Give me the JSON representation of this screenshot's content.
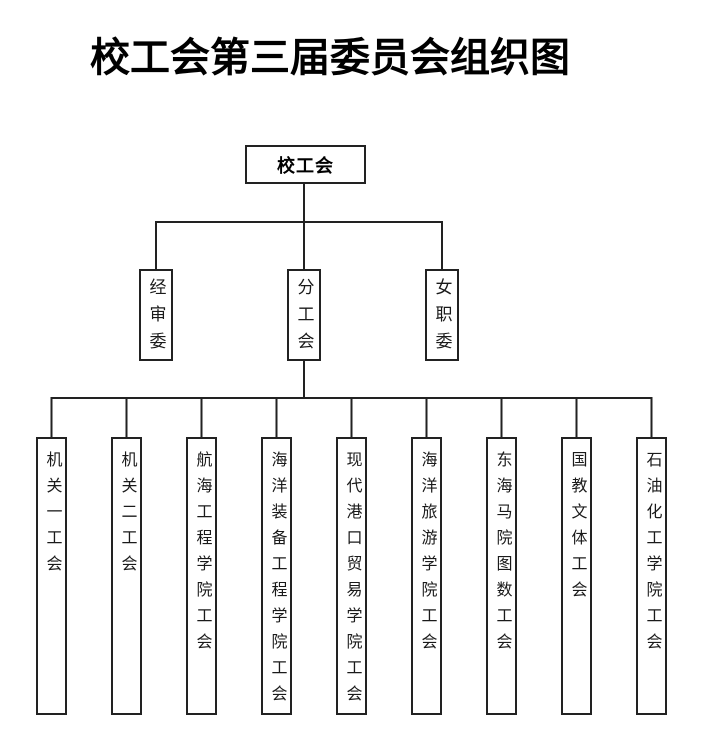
{
  "page": {
    "title": "校工会第三届委员会组织图",
    "background_color": "#ffffff",
    "line_color": "#222222"
  },
  "org": {
    "root": {
      "label": "校工会"
    },
    "level2": [
      {
        "label": "经审委"
      },
      {
        "label": "分工会"
      },
      {
        "label": "女职委"
      }
    ],
    "level3": [
      {
        "label": "机关一工会"
      },
      {
        "label": "机关二工会"
      },
      {
        "label": "航海工程学院工会"
      },
      {
        "label": "海洋装备工程学院工会"
      },
      {
        "label": "现代港口贸易学院工会"
      },
      {
        "label": "海洋旅游学院工会"
      },
      {
        "label": "东海马院图数工会"
      },
      {
        "label": "国教文体工会"
      },
      {
        "label": "石油化工学院工会"
      }
    ]
  }
}
